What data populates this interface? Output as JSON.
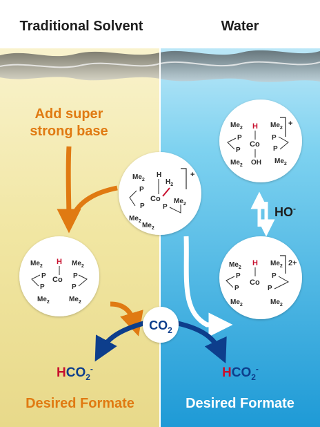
{
  "headers": {
    "left": "Traditional Solvent",
    "right": "Water"
  },
  "labels": {
    "add_base_line1": "Add super",
    "add_base_line2": "strong base",
    "hydroxide_base": "HO",
    "hydroxide_charge": "-",
    "co2_base": "CO",
    "co2_sub": "2",
    "formate_left_h": "H",
    "formate_left_rest": "CO",
    "formate_left_sub": "2",
    "formate_left_sup": "-",
    "formate_right_h": "H",
    "formate_right_rest": "CO",
    "formate_right_sub": "2",
    "formate_right_sup": "-",
    "desired_left": "Desired Formate",
    "desired_right": "Desired Formate"
  },
  "molecules": {
    "center": {
      "metal": "Co",
      "hydride": "H",
      "h2": "H",
      "h2_sub": "2",
      "charge": "+",
      "ligand": "Me",
      "ligand_sub": "2",
      "p": "P"
    },
    "left": {
      "metal": "Co",
      "hydride": "H",
      "ligand": "Me",
      "ligand_sub": "2",
      "p": "P"
    },
    "top_right": {
      "metal": "Co",
      "hydride": "H",
      "oh": "OH",
      "charge": "+",
      "ligand": "Me",
      "ligand_sub": "2",
      "p": "P"
    },
    "bottom_right": {
      "metal": "Co",
      "hydride": "H",
      "charge": "2+",
      "ligand": "Me",
      "ligand_sub": "2",
      "p": "P"
    }
  },
  "colors": {
    "left_bg": "#f3e9a8",
    "right_bg": "#5cc4e8",
    "orange": "#e07a12",
    "dark_blue": "#0d3e8c",
    "hydride_red": "#c8102e"
  }
}
